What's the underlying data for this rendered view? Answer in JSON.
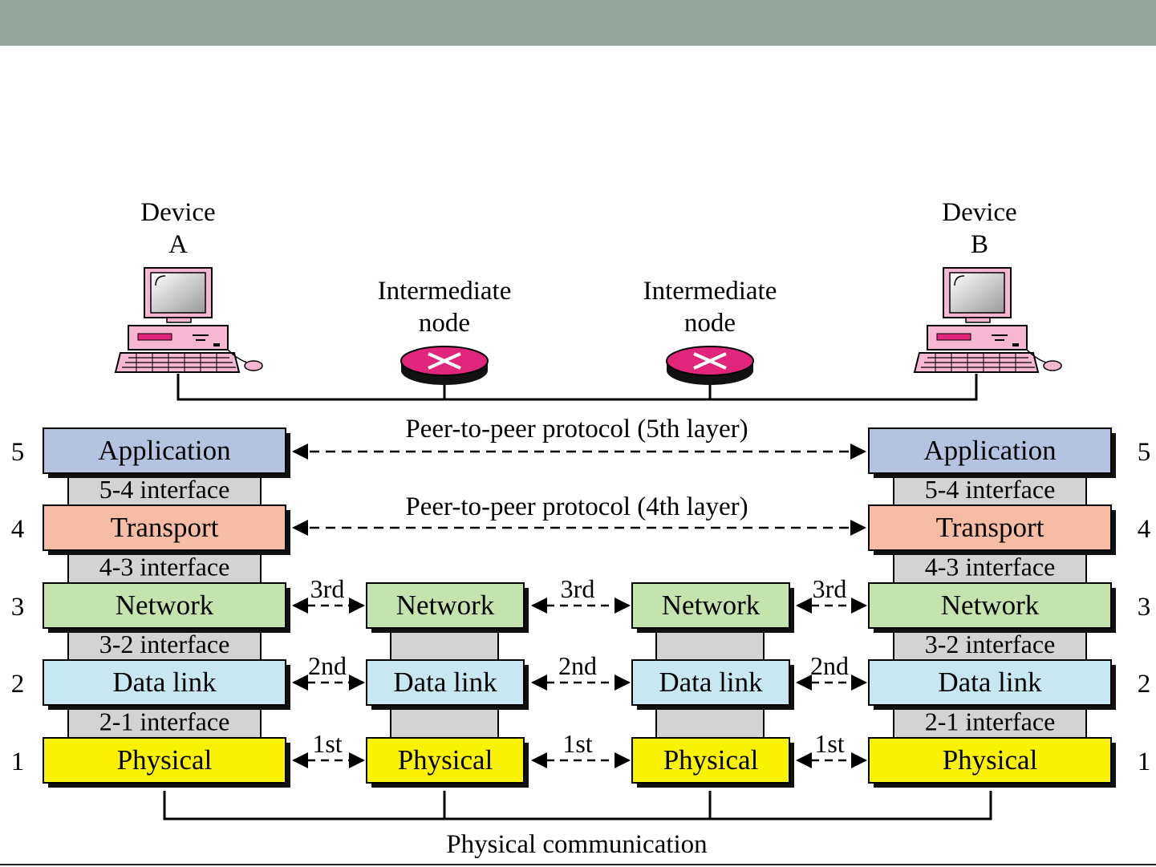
{
  "colors": {
    "header_bar": "#94a59c",
    "application": "#b4c4e0",
    "transport": "#f7bda4",
    "network": "#c4e3ad",
    "datalink": "#c7e8f0",
    "physical": "#f9f200",
    "interface": "#d3d3d3",
    "router": "#e0257a",
    "computer": "#f7b6d2"
  },
  "devices": {
    "a": {
      "line1": "Device",
      "line2": "A"
    },
    "b": {
      "line1": "Device",
      "line2": "B"
    }
  },
  "intermediate_label": {
    "line1": "Intermediate",
    "line2": "node"
  },
  "peer_protocols": {
    "layer5": "Peer-to-peer protocol (5th layer)",
    "layer4": "Peer-to-peer protocol (4th layer)"
  },
  "layers": {
    "application": "Application",
    "transport": "Transport",
    "network": "Network",
    "datalink": "Data link",
    "physical": "Physical"
  },
  "interfaces": {
    "i54": "5-4 interface",
    "i43": "4-3 interface",
    "i32": "3-2 interface",
    "i21": "2-1 interface"
  },
  "layer_numbers": [
    "5",
    "4",
    "3",
    "2",
    "1"
  ],
  "hop_labels": {
    "third": "3rd",
    "second": "2nd",
    "first": "1st"
  },
  "physical_communication": "Physical communication"
}
